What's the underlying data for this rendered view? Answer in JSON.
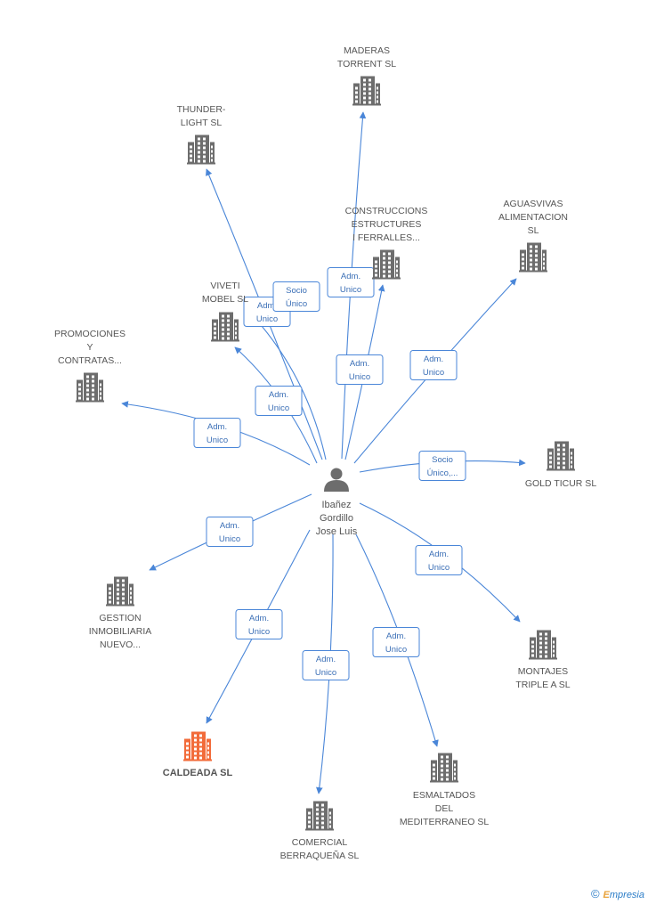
{
  "colors": {
    "edge": "#4a86d8",
    "building": "#6d6d6d",
    "building_highlight": "#f26b3a",
    "person": "#6d6d6d"
  },
  "center": {
    "icon": "person-icon",
    "label_lines": [
      "Ibañez",
      "Gordillo",
      "Jose Luis"
    ]
  },
  "companies": [
    {
      "id": "maderas",
      "label_lines": [
        "MADERAS",
        "TORRENT SL"
      ],
      "highlight": false
    },
    {
      "id": "thunder",
      "label_lines": [
        "THUNDER-",
        "LIGHT SL"
      ],
      "highlight": false
    },
    {
      "id": "construccions",
      "label_lines": [
        "CONSTRUCCIONS",
        "ESTRUCTURES",
        "I FERRALLES..."
      ],
      "highlight": false
    },
    {
      "id": "aguasvivas",
      "label_lines": [
        "AGUASVIVAS",
        "ALIMENTACION",
        "SL"
      ],
      "highlight": false
    },
    {
      "id": "viveti",
      "label_lines": [
        "VIVETI",
        "MOBEL SL"
      ],
      "highlight": false
    },
    {
      "id": "promociones",
      "label_lines": [
        "PROMOCIONES",
        "Y",
        "CONTRATAS..."
      ],
      "highlight": false
    },
    {
      "id": "goldticur",
      "label_lines": [
        "GOLD TICUR SL"
      ],
      "highlight": false
    },
    {
      "id": "gestion",
      "label_lines": [
        "GESTION",
        "INMOBILIARIA",
        "NUEVO..."
      ],
      "highlight": false
    },
    {
      "id": "montajes",
      "label_lines": [
        "MONTAJES",
        "TRIPLE A SL"
      ],
      "highlight": false
    },
    {
      "id": "caldeada",
      "label_lines": [
        "CALDEADA SL"
      ],
      "highlight": true
    },
    {
      "id": "esmaltados",
      "label_lines": [
        "ESMALTADOS",
        "DEL",
        "MEDITERRANEO SL"
      ],
      "highlight": false
    },
    {
      "id": "comercial",
      "label_lines": [
        "COMERCIAL",
        "BERRAQUEÑA SL"
      ],
      "highlight": false
    }
  ],
  "edges": [
    {
      "to": "maderas",
      "label_lines": [
        "Adm.",
        "Unico"
      ]
    },
    {
      "to": "thunder",
      "label_lines": [
        "Adm.",
        "Unico"
      ]
    },
    {
      "to": "thunder_socio",
      "label_lines": [
        "Socio",
        "Único"
      ]
    },
    {
      "to": "construccions",
      "label_lines": [
        "Adm.",
        "Unico"
      ]
    },
    {
      "to": "aguasvivas",
      "label_lines": [
        "Adm.",
        "Unico"
      ]
    },
    {
      "to": "viveti",
      "label_lines": [
        "Adm.",
        "Unico"
      ]
    },
    {
      "to": "promociones",
      "label_lines": [
        "Adm.",
        "Unico"
      ]
    },
    {
      "to": "goldticur",
      "label_lines": [
        "Socio",
        "Único,..."
      ]
    },
    {
      "to": "gestion",
      "label_lines": [
        "Adm.",
        "Unico"
      ]
    },
    {
      "to": "montajes",
      "label_lines": [
        "Adm.",
        "Unico"
      ]
    },
    {
      "to": "caldeada",
      "label_lines": [
        "Adm.",
        "Unico"
      ]
    },
    {
      "to": "esmaltados",
      "label_lines": [
        "Adm.",
        "Unico"
      ]
    },
    {
      "to": "comercial",
      "label_lines": [
        "Adm.",
        "Unico"
      ]
    }
  ],
  "footer": {
    "copyright": "©",
    "brand_first": "E",
    "brand_rest": "mpresia"
  }
}
